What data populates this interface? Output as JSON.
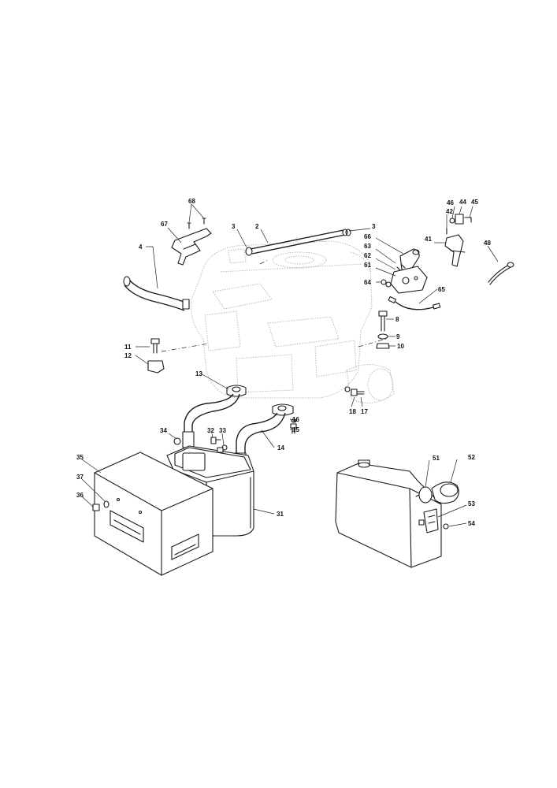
{
  "callouts": {
    "c68": "68",
    "c67": "67",
    "c4": "4",
    "c3a": "3",
    "c2": "2",
    "c3b": "3",
    "c46": "46",
    "c44": "44",
    "c45": "45",
    "c42": "42",
    "c66": "66",
    "c41": "41",
    "c48": "48",
    "c63": "63",
    "c62": "62",
    "c61": "61",
    "c64": "64",
    "c65": "65",
    "c8": "8",
    "c9": "9",
    "c10": "10",
    "c11": "11",
    "c12": "12",
    "c13": "13",
    "c18": "18",
    "c17": "17",
    "c16": "16",
    "c15": "15",
    "c34": "34",
    "c32": "32",
    "c33": "33",
    "c14": "14",
    "c35": "35",
    "c37": "37",
    "c36": "36",
    "c31": "31",
    "c51": "51",
    "c52": "52",
    "c53": "53",
    "c54": "54"
  }
}
